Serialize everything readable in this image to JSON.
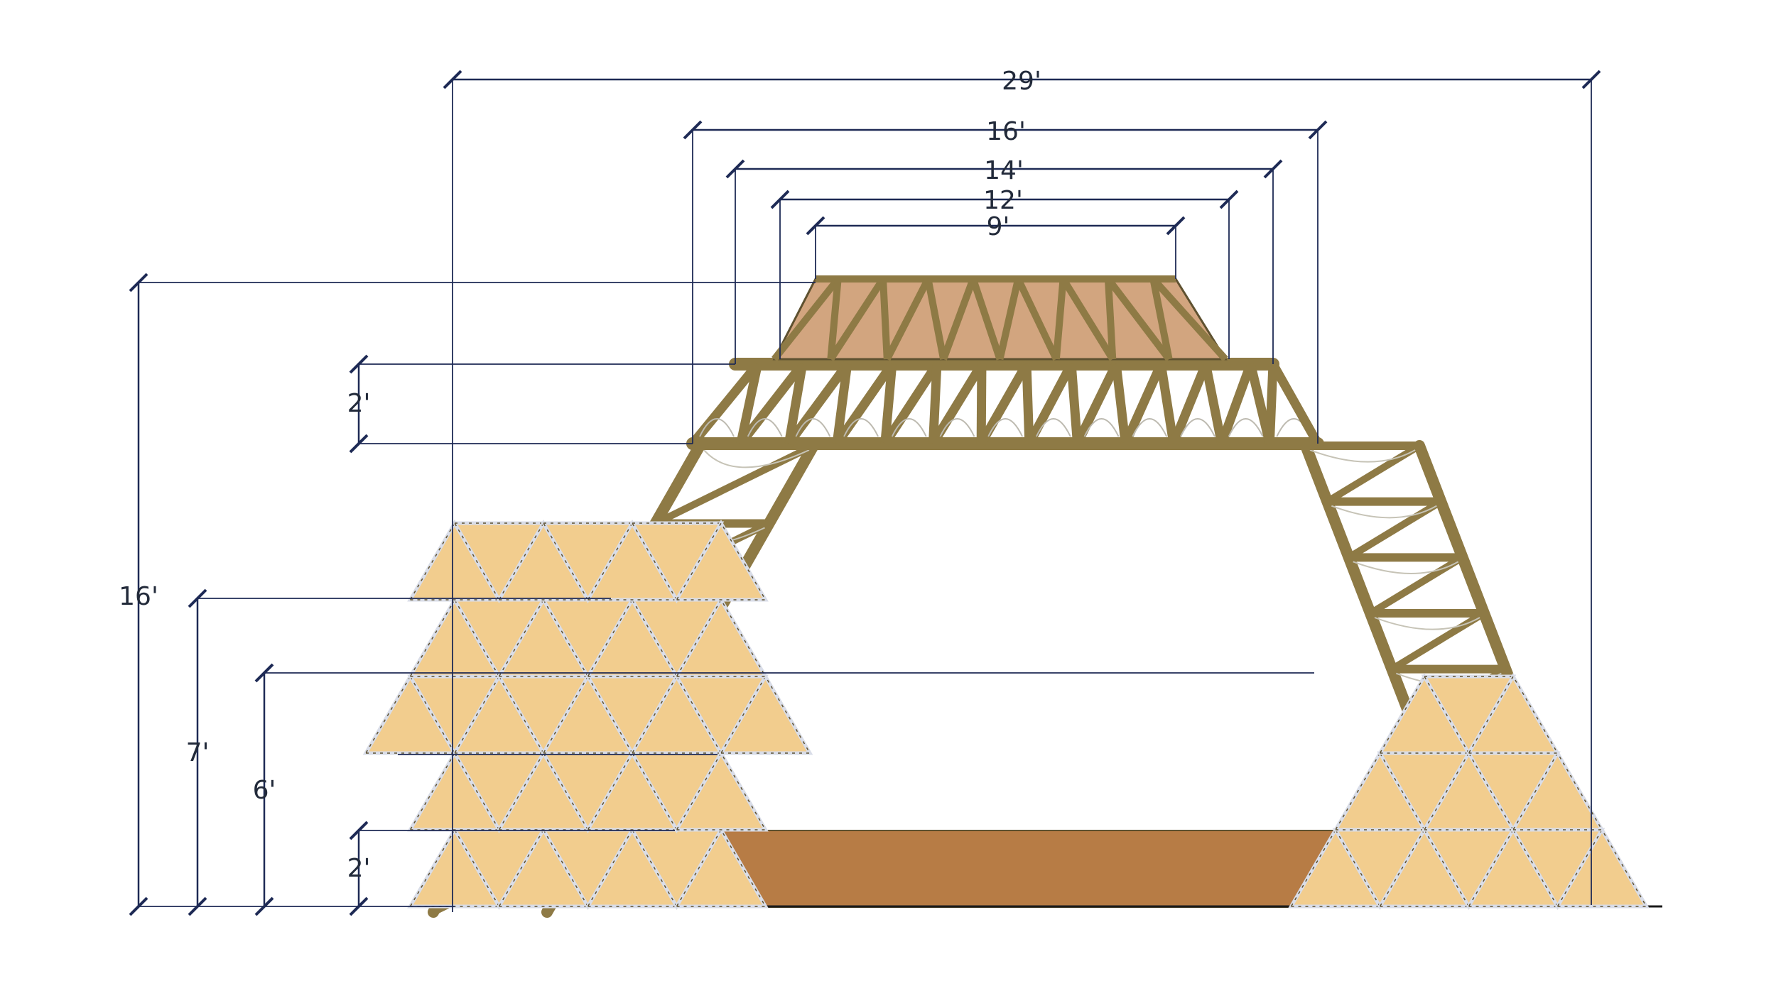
{
  "diagram": {
    "colors": {
      "dimension_line": "#1e2a55",
      "timber": "#8e7a45",
      "timber_dark": "#5e5130",
      "panel_fill": "#f2cd8e",
      "roof_fill": "#d2a57f",
      "floor_fill": "#b77c45",
      "panel_edge": "#d9dde8"
    },
    "dimensions": {
      "overall_width": "29'",
      "truss_bottom_width": "16'",
      "truss_top_width": "14'",
      "roof_bottom_width": "12'",
      "roof_top_width": "9'",
      "overall_height": "16'",
      "truss_depth": "2'",
      "left_stack_height": "7'",
      "right_stack_height": "6'",
      "floor_height": "2'"
    }
  }
}
